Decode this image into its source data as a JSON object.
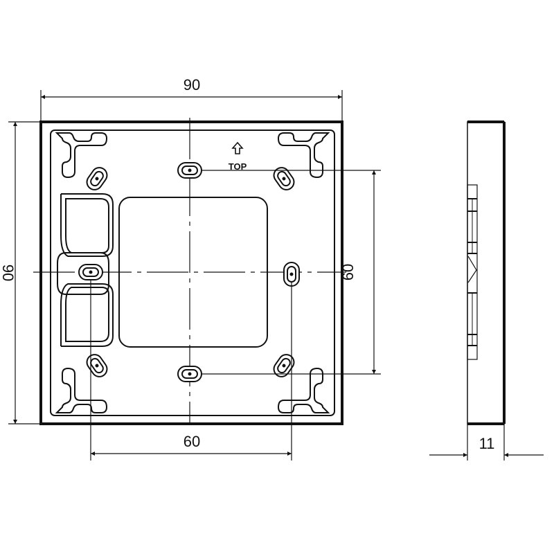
{
  "drawing": {
    "front_view": {
      "width_label": "90",
      "height_label": "90",
      "hole_spacing_horizontal": "60",
      "hole_spacing_vertical": "60",
      "orientation_marker": "TOP"
    },
    "side_view": {
      "depth_label": "11"
    },
    "colors": {
      "line": "#111111",
      "background": "#ffffff"
    }
  }
}
